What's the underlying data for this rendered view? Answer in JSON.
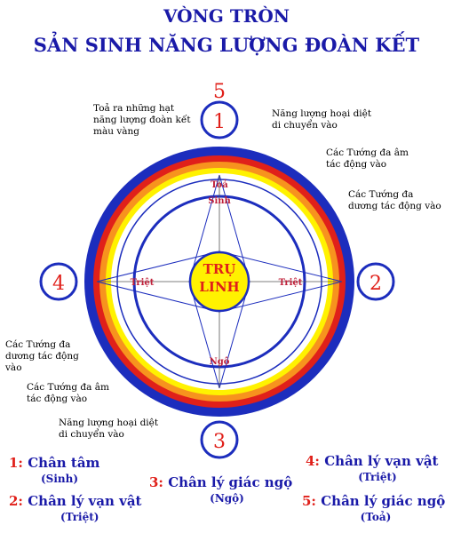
{
  "title": {
    "line1": "VÒNG TRÒN",
    "line2": "SẢN SINH NĂNG LƯỢNG ĐOÀN KẾT"
  },
  "diagram": {
    "top_number": "5",
    "nodes": {
      "top": "1",
      "right": "2",
      "bottom": "3",
      "left": "4"
    },
    "center_line1": "TRỤ",
    "center_line2": "LINH",
    "inner_labels": {
      "toa": "Toả",
      "sinh": "Sinh",
      "triet_left": "Triệt",
      "triet_right": "Triệt",
      "ngo": "Ngộ"
    },
    "colors": {
      "blue": "#1c2dbd",
      "red": "#e0201a",
      "orange": "#f7931e",
      "yellow": "#fff200",
      "center_fill": "#fff200"
    }
  },
  "notes": {
    "top_left": "Toả ra những hạt năng lượng đoàn kết màu vàng",
    "top_right_1": "Năng lượng hoại diệt di chuyển vào",
    "top_right_2": "Các Tướng đa âm tác động vào",
    "top_right_3": "Các Tướng đa dương tác động vào",
    "bottom_left_1": "Các Tướng đa dương tác động vào",
    "bottom_left_2": "Các Tướng đa âm tác động vào",
    "bottom_left_3": "Năng lượng hoại diệt di chuyển vào"
  },
  "legend": [
    {
      "num": "1:",
      "text": "Chân tâm",
      "sub": "(Sinh)"
    },
    {
      "num": "2:",
      "text": "Chân lý vạn vật",
      "sub": "(Triệt)"
    },
    {
      "num": "3:",
      "text": "Chân lý giác ngộ",
      "sub": "(Ngộ)"
    },
    {
      "num": "4:",
      "text": "Chân lý vạn vật",
      "sub": "(Triệt)"
    },
    {
      "num": "5:",
      "text": "Chân lý giác ngộ",
      "sub": "(Toả)"
    }
  ]
}
